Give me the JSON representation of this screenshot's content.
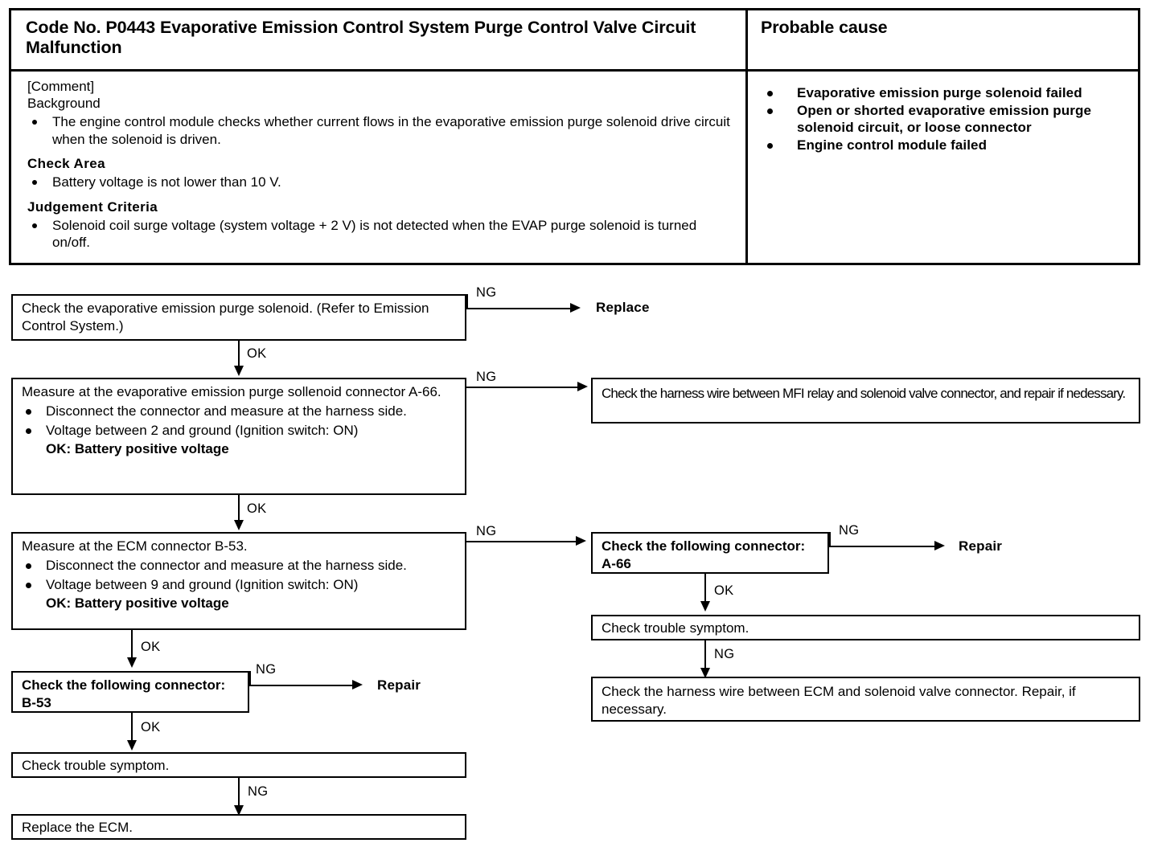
{
  "table": {
    "header_left": "Code No. P0443 Evaporative Emission Control System Purge Control Valve Circuit Malfunction",
    "header_right": "Probable cause",
    "comment_label": "[Comment]",
    "background_label": "Background",
    "background_items": [
      "The engine control module checks whether current flows in the evaporative emission purge solenoid drive circuit when the  solenoid is driven."
    ],
    "check_area_label": "Check Area",
    "check_area_items": [
      "Battery voltage is not lower than 10 V."
    ],
    "judgement_label": "Judgement Criteria",
    "judgement_items": [
      "Solenoid coil surge voltage (system voltage + 2 V) is not detected when the EVAP purge solenoid is turned on/off."
    ],
    "probable_causes": [
      "Evaporative emission purge solenoid failed",
      "Open or shorted evaporative emission purge solenoid circuit,  or loose connector",
      "Engine control module failed"
    ]
  },
  "flow": {
    "step1": {
      "text": "Check the evaporative emission purge solenoid. (Refer to Emission Control System.)"
    },
    "step1_ng_label": "NG",
    "step1_ng_result": "Replace",
    "step1_ok_label": "OK",
    "step2": {
      "title": "Measure at the evaporative emission purge sollenoid connector A-66.",
      "items": [
        "Disconnect the connector and measure at the harness side.",
        "Voltage between 2 and ground (Ignition switch: ON)"
      ],
      "ok_note": "OK: Battery positive voltage"
    },
    "step2_ng_label": "NG",
    "step2_ng_box": "Check the harness wire between MFI relay and solenoid valve connector, and repair if nedessary.",
    "step2_ok_label": "OK",
    "step3": {
      "title": "Measure at the ECM connector B-53.",
      "items": [
        "Disconnect the connector and measure at the harness side.",
        "Voltage between 9 and ground (Ignition switch: ON)"
      ],
      "ok_note": "OK: Battery positive voltage"
    },
    "step3_ng_label": "NG",
    "step3_ok_label": "OK",
    "connector_a66_box": "Check the following connector: A-66",
    "connector_a66_ng_label": "NG",
    "connector_a66_ng_result": "Repair",
    "connector_a66_ok_label": "OK",
    "right_symptom_box": "Check trouble symptom.",
    "right_symptom_ng_label": "NG",
    "right_harness_box": "Check the harness wire between ECM and solenoid valve connector. Repair, if necessary.",
    "connector_b53_box": "Check the following connector: B-53",
    "connector_b53_ng_label": "NG",
    "connector_b53_ng_result": "Repair",
    "connector_b53_ok_label": "OK",
    "left_symptom_box": "Check trouble symptom.",
    "left_symptom_ng_label": "NG",
    "replace_ecm_box": "Replace the ECM."
  }
}
